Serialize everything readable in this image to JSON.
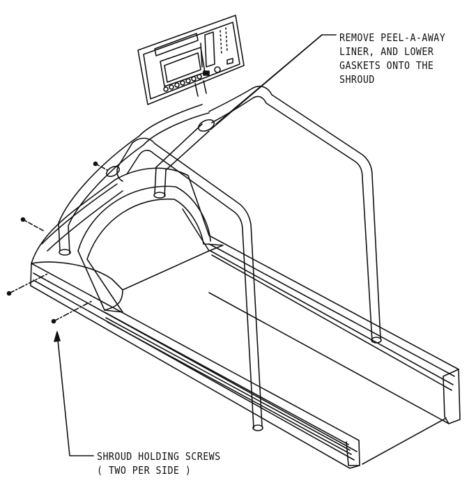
{
  "callouts": {
    "gasket_note": {
      "lines": [
        "REMOVE PEEL-A-AWAY",
        "LINER, AND LOWER",
        "GASKETS ONTO THE",
        "SHROUD"
      ]
    },
    "screws_note": {
      "lines": [
        "SHROUD HOLDING SCREWS",
        "( TWO PER SIDE )"
      ]
    }
  },
  "colors": {
    "line": "#111111",
    "background": "#ffffff"
  },
  "icons": [
    "screw-icon",
    "arrowhead-icon"
  ]
}
